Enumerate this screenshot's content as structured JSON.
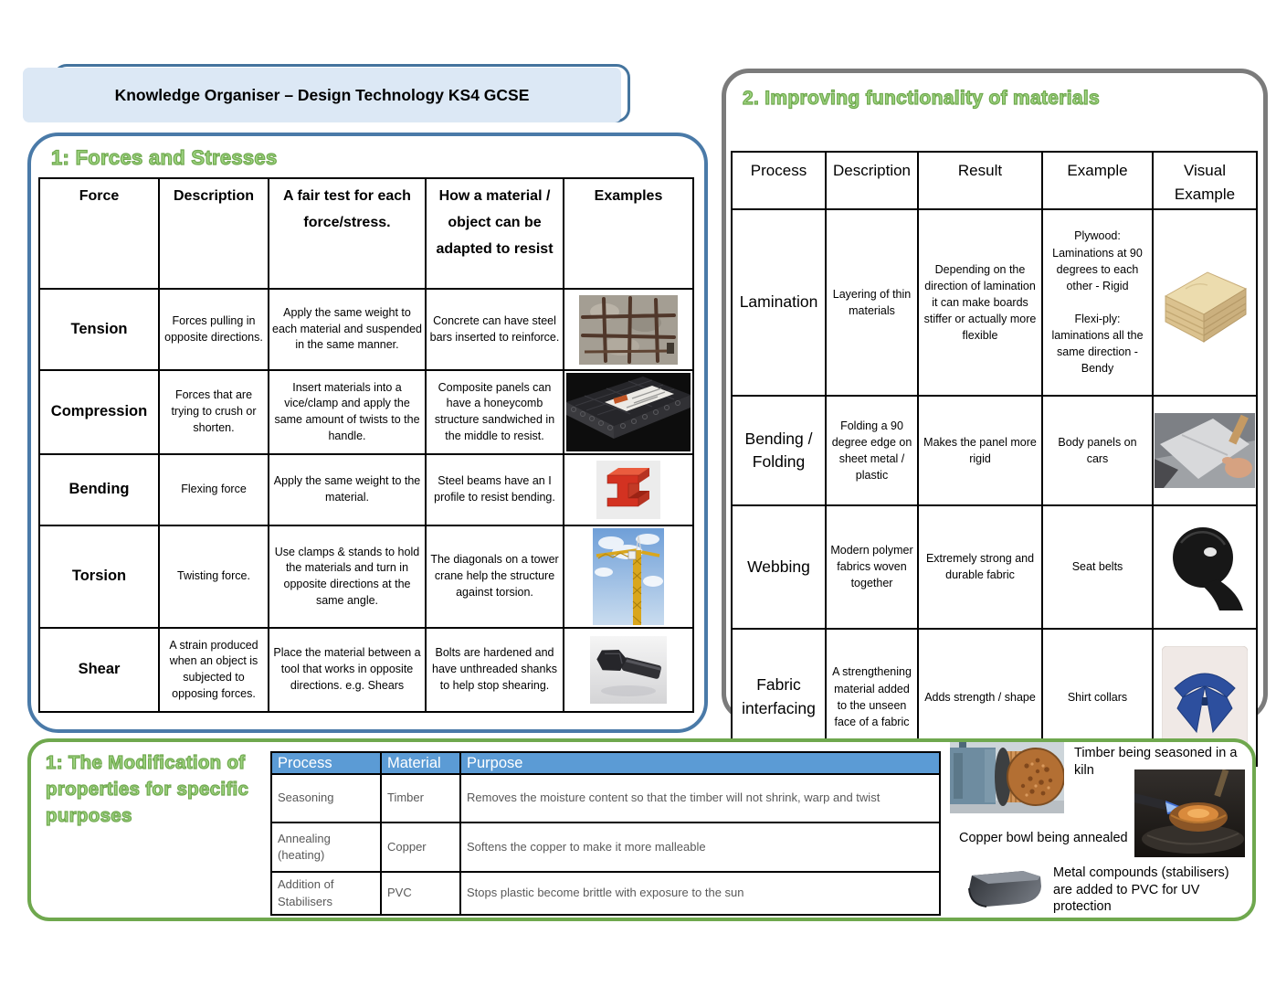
{
  "header": {
    "title": "Knowledge Organiser – Design Technology KS4 GCSE"
  },
  "forces_panel": {
    "title": "1: Forces and Stresses",
    "headers": [
      "Force",
      "Description",
      "A fair test for each force/stress.",
      "How a material / object can be adapted to resist",
      "Examples"
    ],
    "rows": [
      {
        "force": "Tension",
        "description": "Forces pulling in opposite directions.",
        "fair_test": "Apply the same weight to each material and suspended in the same manner.",
        "adaptation": "Concrete can have steel bars inserted to reinforce.",
        "example_image": "reinforced-concrete"
      },
      {
        "force": "Compression",
        "description": "Forces that are trying to crush or shorten.",
        "fair_test": "Insert materials into a vice/clamp and apply the same amount of twists to the handle.",
        "adaptation": "Composite panels can have a honeycomb structure sandwiched in the middle to resist.",
        "example_image": "honeycomb-panel"
      },
      {
        "force": "Bending",
        "description": "Flexing force",
        "fair_test": "Apply the same weight to the material.",
        "adaptation": "Steel beams have an I profile to resist bending.",
        "example_image": "red-i-beam"
      },
      {
        "force": "Torsion",
        "description": "Twisting force.",
        "fair_test": "Use clamps & stands to hold the materials and turn in opposite directions at the same angle.",
        "adaptation": "The diagonals on a tower crane help the structure against torsion.",
        "example_image": "tower-crane"
      },
      {
        "force": "Shear",
        "description": "A strain produced when an object is subjected to opposing forces.",
        "fair_test": "Place the material between a tool that works in opposite directions. e.g. Shears",
        "adaptation": "Bolts are hardened and have unthreaded shanks to help stop shearing.",
        "example_image": "bolt"
      }
    ]
  },
  "improving_panel": {
    "title": "2. Improving functionality of materials",
    "headers": [
      "Process",
      "Description",
      "Result",
      "Example",
      "Visual Example"
    ],
    "rows": [
      {
        "process": "Lamination",
        "description": "Layering of thin materials",
        "result": "Depending on the direction of lamination it can make boards stiffer or actually more flexible",
        "example": "Plywood:\nLaminations at 90 degrees to each other - Rigid\n\nFlexi-ply:\nlaminations all the same direction - Bendy",
        "visual_image": "plywood-block"
      },
      {
        "process": "Bending / Folding",
        "description": "Folding a 90 degree edge on sheet metal / plastic",
        "result": "Makes the panel more rigid",
        "example": "Body panels on cars",
        "visual_image": "sheet-metal-folding"
      },
      {
        "process": "Webbing",
        "description": "Modern polymer fabrics woven together",
        "result": "Extremely strong and durable fabric",
        "example": "Seat belts",
        "visual_image": "webbing-roll"
      },
      {
        "process": "Fabric interfacing",
        "description": "A strengthening material added to the unseen face of a fabric",
        "result": "Adds strength / shape",
        "example": "Shirt collars",
        "visual_image": "shirt-collar"
      }
    ]
  },
  "modification_panel": {
    "title": "1: The Modification of properties for specific purposes",
    "headers": [
      "Process",
      "Material",
      "Purpose"
    ],
    "rows": [
      {
        "process": "Seasoning",
        "material": "Timber",
        "purpose": "Removes the moisture content so that the timber will not shrink, warp and twist"
      },
      {
        "process": "Annealing\n(heating)",
        "material": "Copper",
        "purpose": "Softens the copper to make it more malleable"
      },
      {
        "process": "Addition of Stabilisers",
        "material": "PVC",
        "purpose": "Stops plastic become brittle with exposure to the sun"
      }
    ],
    "captions": {
      "timber_kiln": "Timber being seasoned in a kiln",
      "copper_bowl": "Copper bowl being annealed",
      "pvc_stabilisers": "Metal compounds (stabilisers) are added to PVC for UV protection"
    }
  },
  "colors": {
    "title_box_bg": "#dce8f5",
    "forces_panel_border": "#4a7aa8",
    "improving_panel_border": "#7b7b7b",
    "modification_panel_border": "#6fa84e",
    "green_title_fill": "#9ed481",
    "green_title_outline": "#6fa84e",
    "table_header_blue": "#5b9bd5",
    "table_header_text": "#ffffff",
    "modification_text": "#595959"
  }
}
